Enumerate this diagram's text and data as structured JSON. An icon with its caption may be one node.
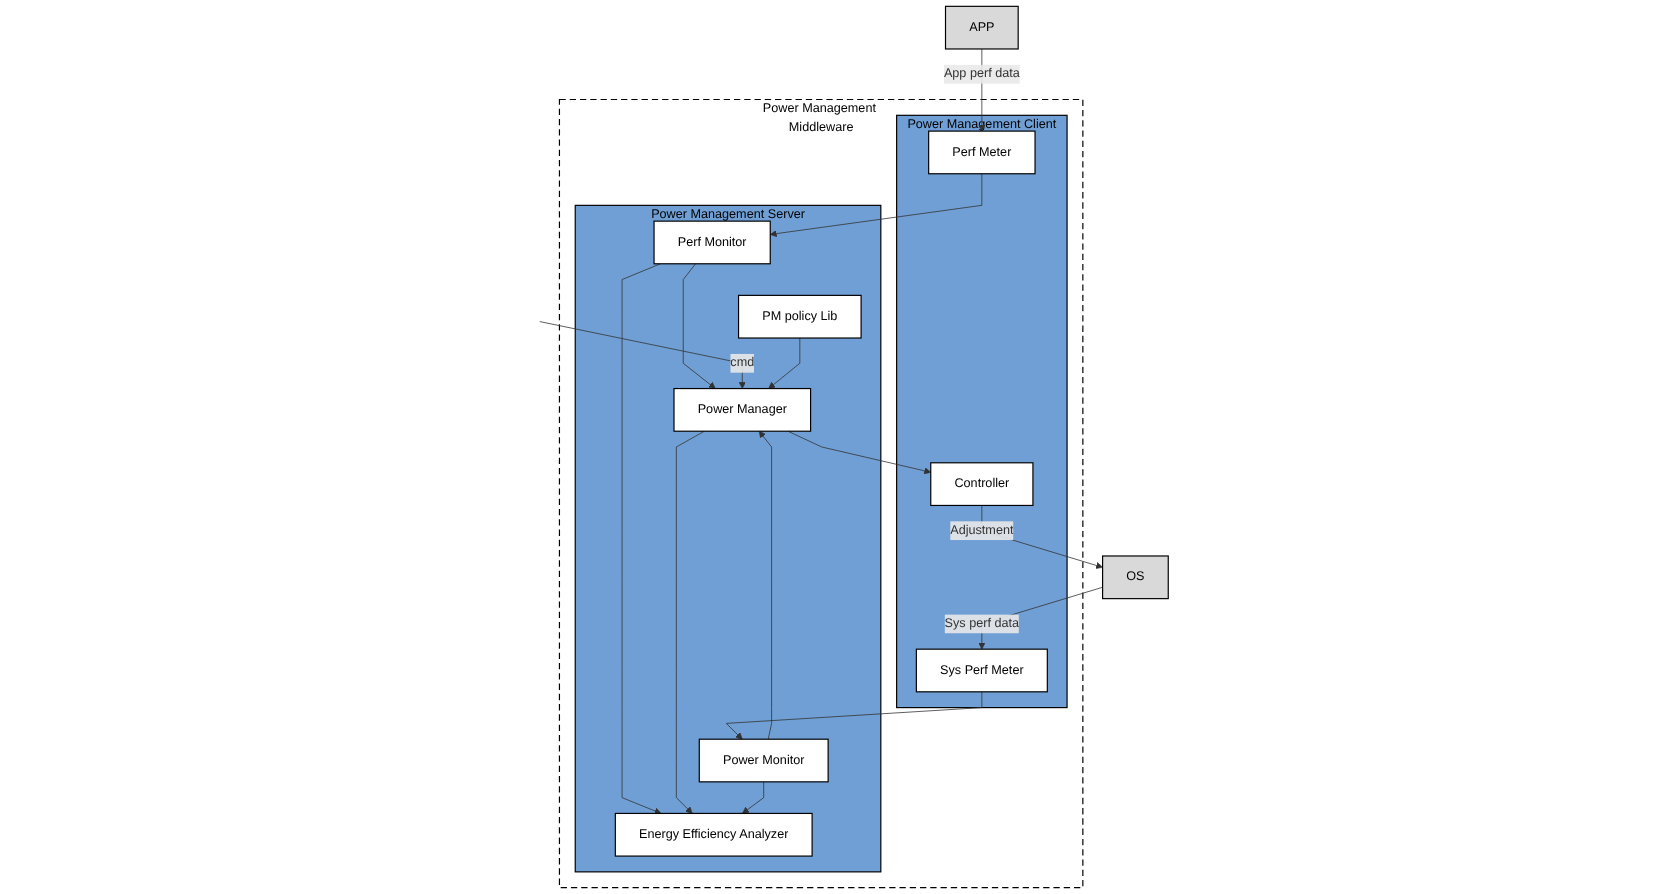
{
  "diagram": {
    "nodes": [
      {
        "text": [
          "APP"
        ]
      },
      {
        "text": [
          "Power Management Middleware"
        ]
      },
      {
        "text": [
          "Power Management Server"
        ],
        "in": 1
      },
      {
        "text": [
          "Perf Monitor"
        ],
        "in": 2
      },
      {
        "text": [
          "Power Manager"
        ],
        "in": 2
      },
      {
        "text": [
          "PM policy Lib"
        ],
        "in": 2
      },
      {
        "text": [
          "Power Monitor"
        ],
        "in": 2
      },
      {
        "text": [
          "Energy Efficiency Analyzer"
        ],
        "in": 2
      },
      {
        "text": [
          "Power Management Client"
        ],
        "in": 1
      },
      {
        "text": [
          "Perf Meter"
        ],
        "in": 8
      },
      {
        "text": [
          "Controller"
        ],
        "in": 8
      },
      {
        "text": [
          "Sys Perf Meter"
        ],
        "in": 8
      },
      {
        "text": [
          "OS"
        ]
      }
    ],
    "edges": [
      {
        "from": 0,
        "to": 9,
        "arrow": "to",
        "label": "App perf data"
      },
      {
        "from": 9,
        "to": 3,
        "arrow": "to"
      },
      {
        "from": 3,
        "to": 4,
        "arrow": "to"
      },
      {
        "from": 3,
        "to": 7,
        "arrow": "to"
      },
      {
        "from": null,
        "to": 4,
        "arrow": "to",
        "label": "cmd"
      },
      {
        "from": 4,
        "to": 10,
        "arrow": "to"
      },
      {
        "from": 4,
        "to": 7,
        "arrow": "to"
      },
      {
        "from": 5,
        "to": 4,
        "arrow": "to"
      },
      {
        "from": 6,
        "to": 4,
        "arrow": "to"
      },
      {
        "from": 6,
        "to": 7,
        "arrow": "to"
      },
      {
        "from": 11,
        "to": 6,
        "arrow": "to"
      },
      {
        "from": 12,
        "to": 11,
        "arrow": "to",
        "label": "Sys perf data"
      },
      {
        "from": 10,
        "to": 12,
        "arrow": "to",
        "label": "Adjustment"
      }
    ]
  }
}
